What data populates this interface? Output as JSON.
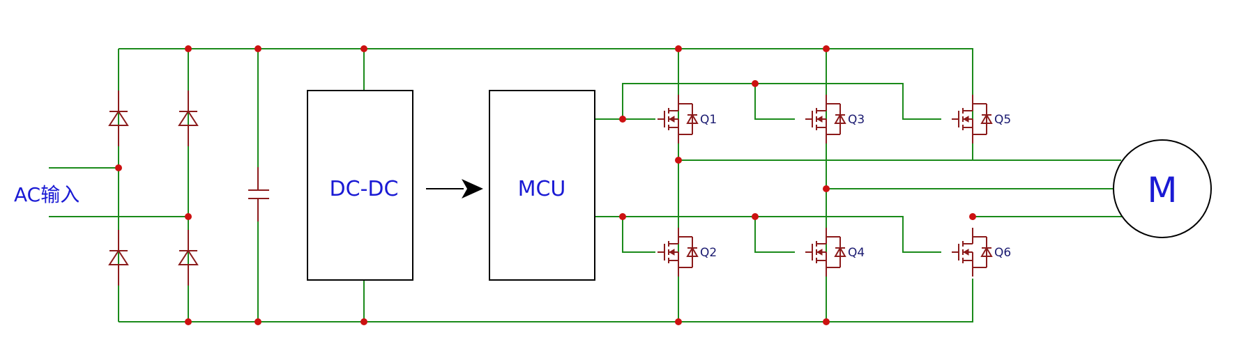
{
  "labels": {
    "ac_input": "AC输入",
    "dcdc": "DC-DC",
    "mcu": "MCU",
    "motor": "M"
  },
  "transistors": [
    "Q1",
    "Q2",
    "Q3",
    "Q4",
    "Q5",
    "Q6"
  ],
  "colors": {
    "wire": "#1a8a1a",
    "component": "#8b1a1a",
    "junction": "#cc1111",
    "text": "#1a1ad4"
  }
}
